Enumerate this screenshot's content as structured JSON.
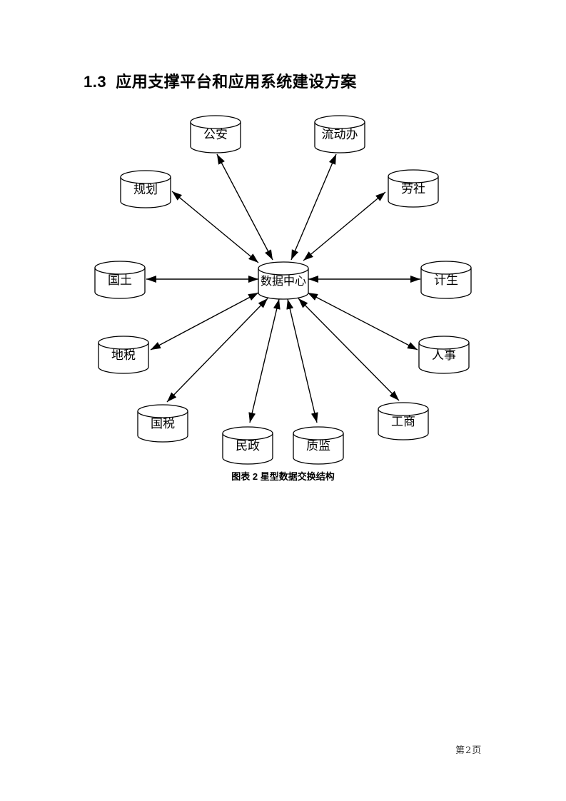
{
  "document": {
    "heading": "1.3  应用支撑平台和应用系统建设方案",
    "page_number": "第2页"
  },
  "figure": {
    "caption": "图表 2 星型数据交换结构",
    "type": "star-topology-diagram",
    "link_style": "double-headed-arrow",
    "colors": {
      "stroke": "#000000",
      "fill": "#ffffff",
      "text": "#000000"
    },
    "center_node": {
      "label": "数据中心"
    },
    "satellite_nodes": [
      {
        "label": "公安"
      },
      {
        "label": "流动办"
      },
      {
        "label": "规划"
      },
      {
        "label": "劳社"
      },
      {
        "label": "国土"
      },
      {
        "label": "计生"
      },
      {
        "label": "地税"
      },
      {
        "label": "人事"
      },
      {
        "label": "国税"
      },
      {
        "label": "工商"
      },
      {
        "label": "民政"
      },
      {
        "label": "质监"
      }
    ]
  }
}
